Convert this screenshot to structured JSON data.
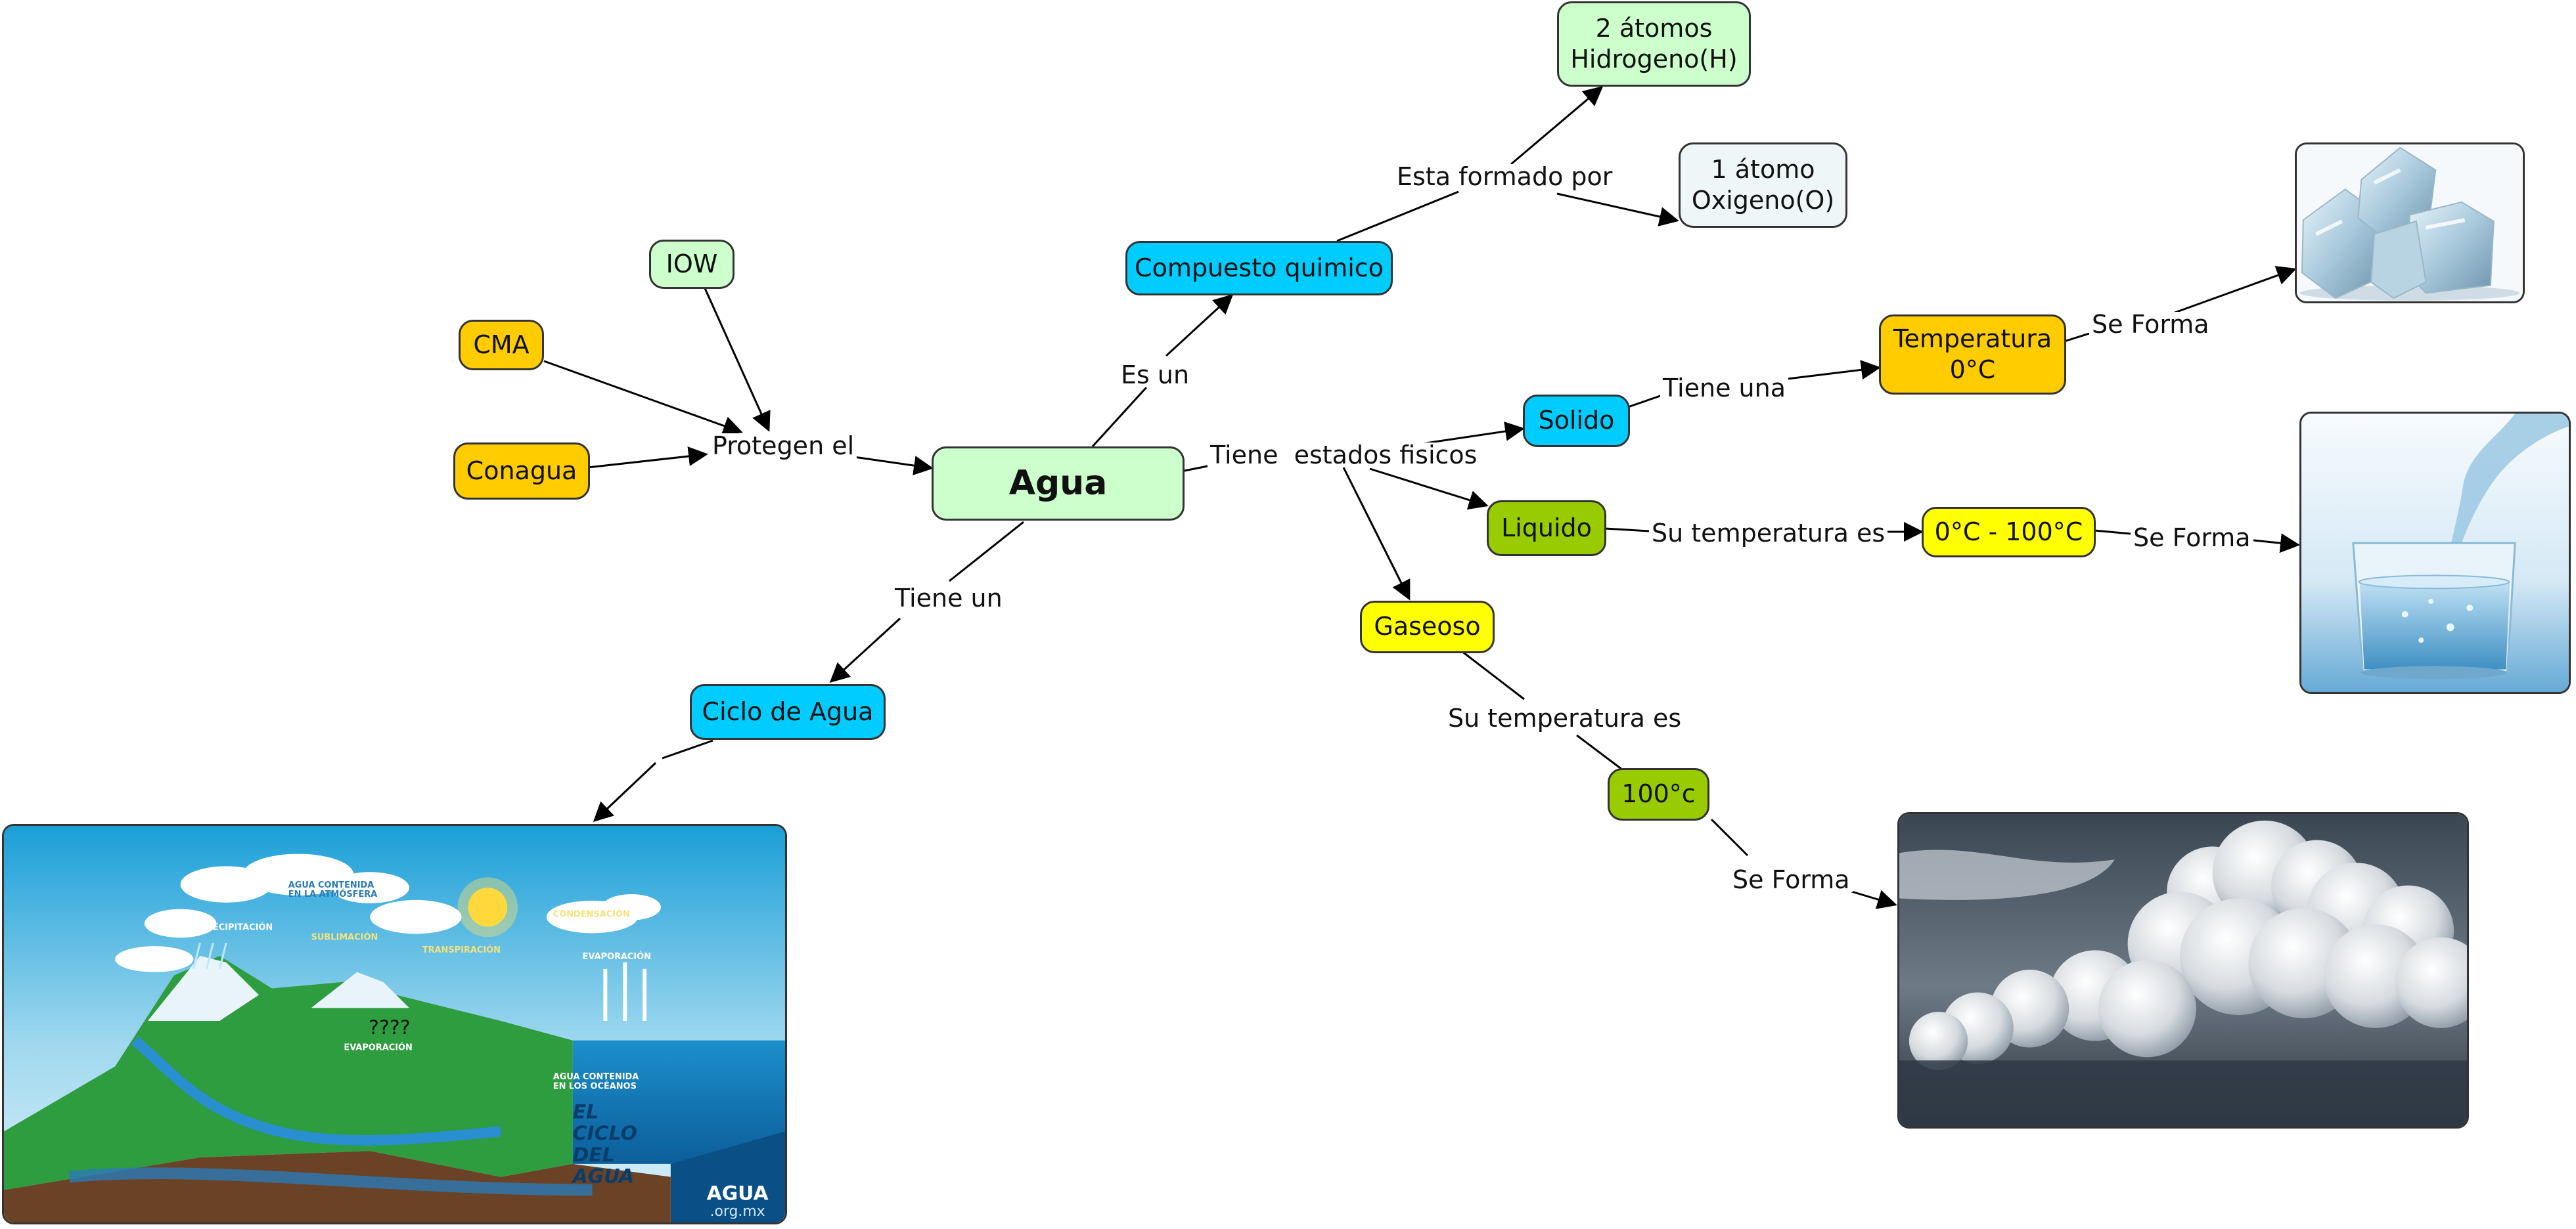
{
  "colors": {
    "light_green": "#ccffcc",
    "blue": "#00ccff",
    "orange": "#ffcc00",
    "yellow": "#ffff00",
    "olive_green": "#99cc00",
    "pale_blue": "#eef6f8",
    "line": "#000000"
  },
  "nodes": {
    "agua": "Agua",
    "compuesto": "Compuesto quimico",
    "hidrogeno": "2 átomos\nHidrogeno(H)",
    "oxigeno": "1 átomo\nOxigeno(O)",
    "iow": "IOW",
    "cma": "CMA",
    "conagua": "Conagua",
    "solido": "Solido",
    "temperatura": "Temperatura\n0°C",
    "liquido": "Liquido",
    "rango": "0°C - 100°C",
    "gaseoso": "Gaseoso",
    "cien": "100°c",
    "ciclo": "Ciclo de Agua"
  },
  "links": {
    "esta_formado": "Esta formado por",
    "es_un": "Es un",
    "protegen": "Protegen el",
    "tiene_estados": "Tiene  estados fisicos",
    "tiene_una": "Tiene una",
    "se_forma_1": "Se Forma",
    "su_temp_1": "Su temperatura es",
    "se_forma_2": "Se Forma",
    "su_temp_2": "Su temperatura es",
    "se_forma_3": "Se Forma",
    "tiene_un": "Tiene un"
  },
  "images": {
    "ice": "ice-cubes-photo",
    "glass": "water-glass-photo",
    "clouds": "clouds-photo",
    "cycle": "water-cycle-illustration"
  },
  "cycle_labels": {
    "precip": "PRECIPITACIÓN",
    "subl": "SUBLIMACIÓN",
    "transp": "TRANSPIRACIÓN",
    "cond": "CONDENSACIÓN",
    "evap": "EVAPORACIÓN",
    "evap2": "EVAPORACIÓN",
    "atm": "AGUA CONTENIDA\nEN LA ATMÓSFERA",
    "oceans": "AGUA CONTENIDA\nEN LOS OCÉANOS",
    "question": "????",
    "title": "EL\nCICLO\nDEL\nAGUA",
    "brand": "AGUA",
    "brand_url": ".org.mx"
  }
}
